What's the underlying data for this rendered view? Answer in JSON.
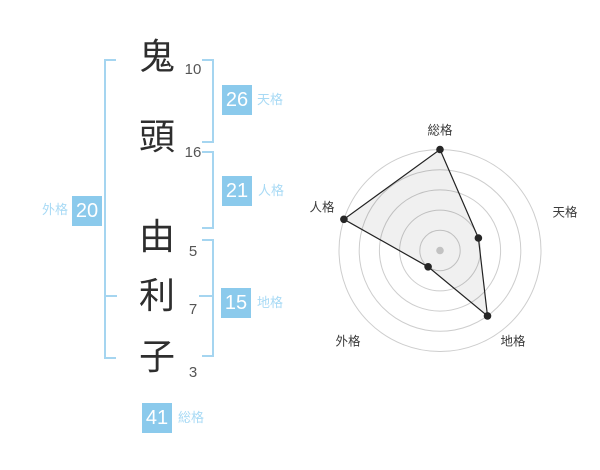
{
  "colors": {
    "accent_blue": "#8bcaec",
    "pale_blue_text": "#a8daf5",
    "bracket_blue": "#a5d5f0",
    "kanji_dark": "#2e2e2e",
    "stroke_gray": "#555555",
    "chart_label_gray": "#3c3c3c",
    "ring_gray": "#cdcdcd",
    "polygon_line": "#222222",
    "point_dark": "#262626",
    "center_dot_gray": "#c2c2c2"
  },
  "name": {
    "characters": [
      {
        "char": "鬼",
        "strokes": "10"
      },
      {
        "char": "頭",
        "strokes": "16"
      },
      {
        "char": "由",
        "strokes": "5"
      },
      {
        "char": "利",
        "strokes": "7"
      },
      {
        "char": "子",
        "strokes": "3"
      }
    ]
  },
  "scores": {
    "tenkaku": {
      "label": "天格",
      "value": "26"
    },
    "jinkaku": {
      "label": "人格",
      "value": "21"
    },
    "chikaku": {
      "label": "地格",
      "value": "15"
    },
    "gaikaku": {
      "label": "外格",
      "value": "20"
    },
    "soukaku": {
      "label": "総格",
      "value": "41"
    }
  },
  "chart_data": {
    "type": "radar",
    "categories": [
      "総格",
      "天格",
      "地格",
      "外格",
      "人格"
    ],
    "values": [
      5,
      2,
      4,
      1,
      5
    ],
    "max": 5,
    "rings": 5,
    "start_axis": "top",
    "direction": "clockwise",
    "grid": "circular",
    "spokes": false,
    "legend": null,
    "title": ""
  }
}
